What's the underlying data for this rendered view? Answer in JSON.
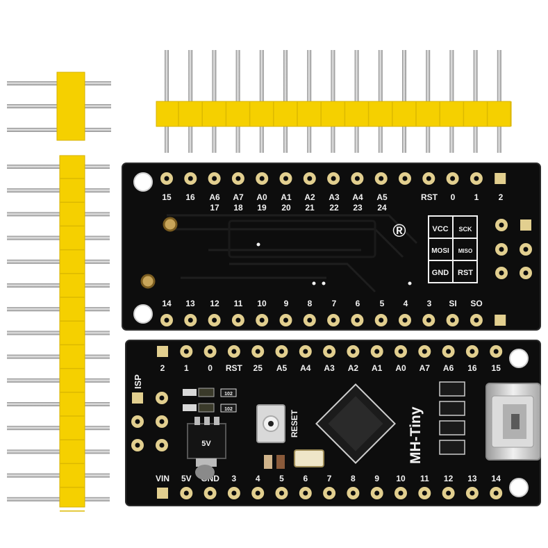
{
  "top_board": {
    "top_row_labels": [
      "15",
      "16",
      "A6",
      "A7",
      "A0",
      "A1",
      "A2",
      "A3",
      "A4",
      "A5",
      "RST",
      "0",
      "1",
      "2"
    ],
    "second_row_labels": [
      "17",
      "18",
      "19",
      "20",
      "21",
      "22",
      "23",
      "24"
    ],
    "bottom_row_labels": [
      "14",
      "13",
      "12",
      "11",
      "10",
      "9",
      "8",
      "7",
      "6",
      "5",
      "4",
      "3",
      "SI",
      "SO"
    ],
    "registered_mark": "®",
    "isp_box": [
      "VCC",
      "SCK",
      "MOSI",
      "MISO",
      "GND",
      "RST"
    ]
  },
  "bottom_board": {
    "top_row_labels": [
      "2",
      "1",
      "0",
      "RST",
      "25",
      "A5",
      "A4",
      "A3",
      "A2",
      "A1",
      "A0",
      "A7",
      "A6",
      "16",
      "15"
    ],
    "bottom_row_labels": [
      "VIN",
      "5V",
      "GND",
      "3",
      "4",
      "5",
      "6",
      "7",
      "8",
      "9",
      "10",
      "11",
      "12",
      "13",
      "14"
    ],
    "isp_label": "ISP",
    "reset_label": "RESET",
    "brand": "MH-Tiny",
    "led_labels": [
      "102",
      "102"
    ],
    "regulator_label": "5V"
  },
  "colors": {
    "header_plastic": "#f5d000",
    "pcb": "#111111",
    "pad": "#e2cf8f",
    "pin": "#bdbdbd",
    "silkscreen": "#f2f2f2"
  }
}
